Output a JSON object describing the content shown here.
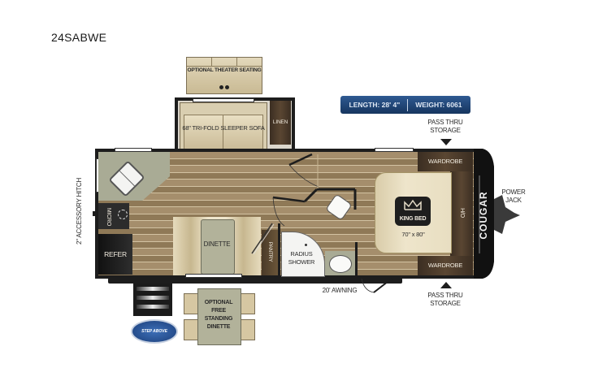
{
  "model": "24SABWE",
  "specs": {
    "length_label": "LENGTH: 28' 4\"",
    "weight_label": "WEIGHT: 6061",
    "badge_color": "#1e4478"
  },
  "brand": {
    "name": "COUGAR",
    "step_logo": "STEP ABOVE"
  },
  "rooms": {
    "optional_theater": "OPTIONAL THEATER SEATING",
    "sofa": "68\" TRI-FOLD SLEEPER SOFA",
    "linen": "LINEN",
    "micro": "MICRO",
    "refer": "REFER",
    "dinette": "DINETTE",
    "pantry": "PANTRY",
    "shower": "RADIUS SHOWER",
    "wardrobe_top": "WARDROBE",
    "wardrobe_bottom": "WARDROBE",
    "overhead": "H/O",
    "bed_label": "KING BED",
    "bed_size": "70\" x 80\"",
    "optional_dinette": "OPTIONAL FREE STANDING DINETTE"
  },
  "callouts": {
    "hitch": "2\" ACCESSORY HITCH",
    "power_jack": "POWER JACK",
    "pass_thru_top": "PASS THRU STORAGE",
    "pass_thru_bottom": "PASS THRU STORAGE",
    "awning": "20' AWNING"
  }
}
